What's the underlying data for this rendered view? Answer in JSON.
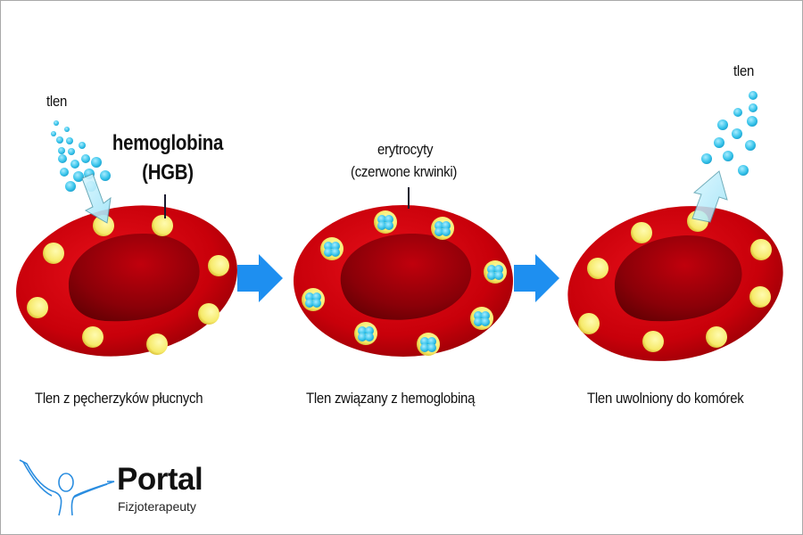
{
  "labels": {
    "oxygen_in": "tlen",
    "hemoglobin_line1": "hemoglobina",
    "hemoglobin_line2": "(HGB)",
    "erythrocytes_line1": "erytrocyty",
    "erythrocytes_line2": "(czerwone krwinki)",
    "oxygen_out": "tlen"
  },
  "stages": [
    {
      "caption": "Tlen z pęcherzyków płucnych"
    },
    {
      "caption": "Tlen związany z hemoglobiną"
    },
    {
      "caption": "Tlen uwolniony do komórek"
    }
  ],
  "logo": {
    "title": "Portal",
    "subtitle": "Fizjoterapeuty"
  },
  "colors": {
    "cell_red": "#c8000a",
    "cell_dark": "#7a0006",
    "hemoglobin_yellow": "#f8ee7a",
    "oxygen_cyan": "#36c3ea",
    "arrow_blue": "#1e90ff",
    "logo_blue": "#2a8de0"
  }
}
